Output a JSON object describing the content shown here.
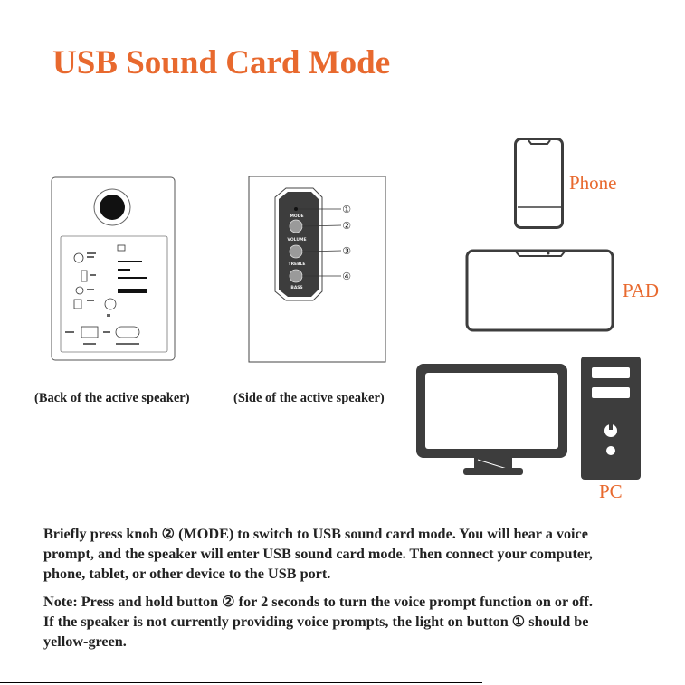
{
  "title": "USB Sound Card Mode",
  "captions": {
    "back": "(Back of the active speaker)",
    "side": "(Side of the active speaker)"
  },
  "side_panel": {
    "callouts": [
      "①",
      "②",
      "③",
      "④"
    ],
    "knobs": [
      "MODE",
      "VOLUME",
      "TREBLE",
      "BASS"
    ]
  },
  "devices": {
    "phone": "Phone",
    "pad": "PAD",
    "pc": "PC"
  },
  "instructions": {
    "main_lines": [
      "Briefly press knob ② (MODE) to switch to USB sound card mode. You will hear a voice",
      "prompt, and the speaker will enter USB sound card mode. Then connect your computer,",
      "phone, tablet, or other device to the USB port."
    ],
    "note_lines": [
      "Note: Press and hold button ② for 2 seconds to turn the voice prompt function on or off.",
      "If the speaker is not currently providing voice prompts, the light on button ① should be",
      "yellow-green."
    ]
  },
  "colors": {
    "accent": "#e8692e",
    "device_fill": "#3d3d3d",
    "text": "#222222"
  }
}
